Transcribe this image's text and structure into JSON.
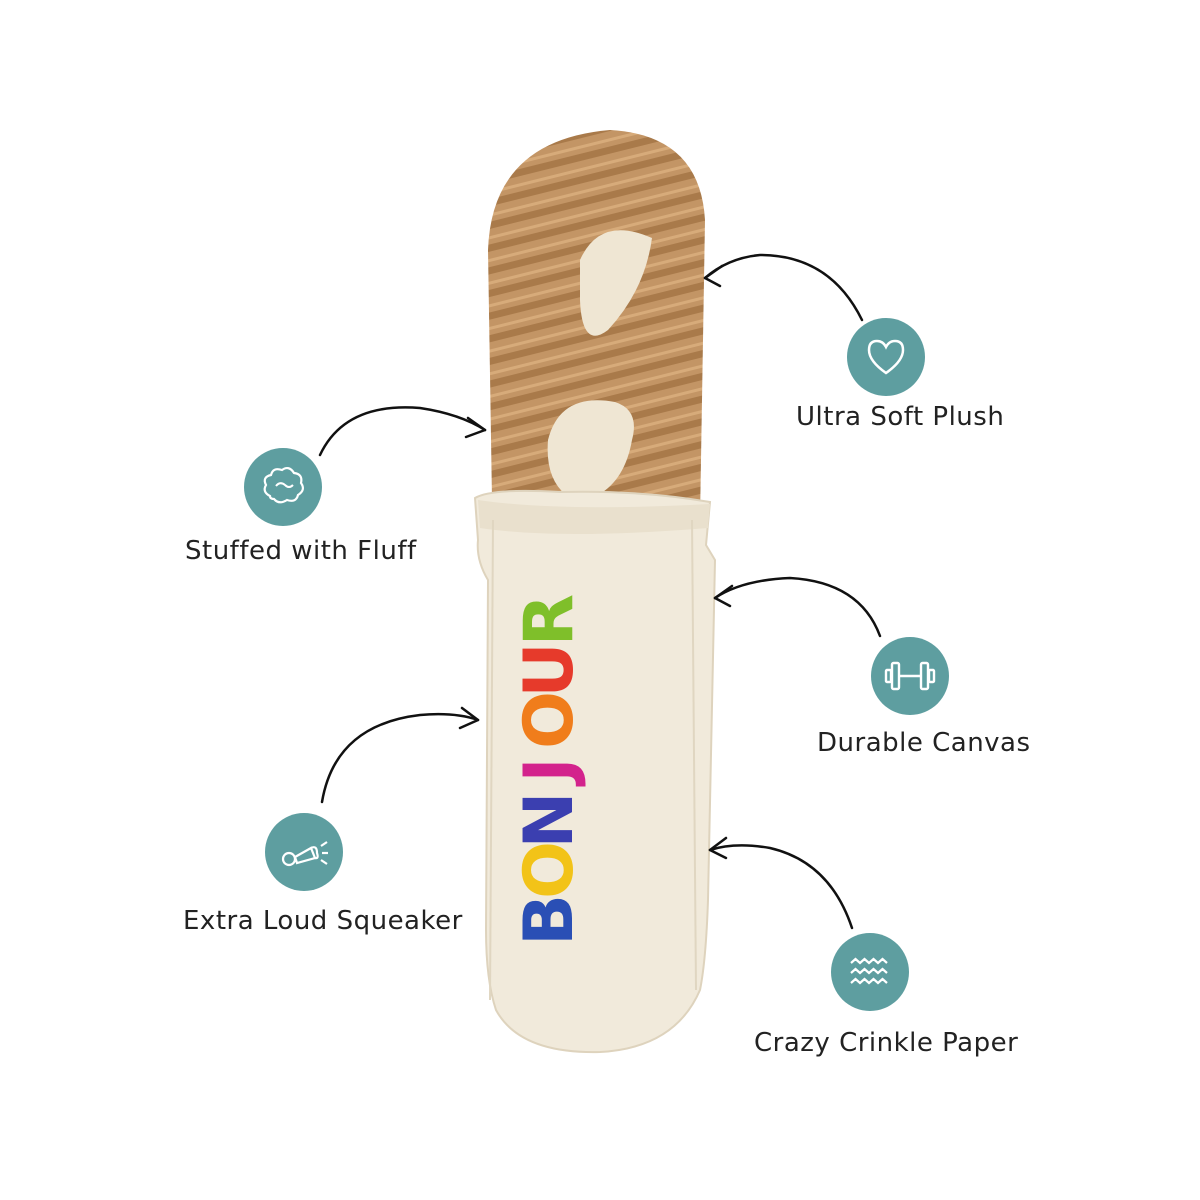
{
  "product": {
    "embroidered_text": "BONJOUR",
    "letter_colors": [
      "#2a4fb5",
      "#f2c318",
      "#3b3fb0",
      "#d3238c",
      "#f07d1b",
      "#e63a2b",
      "#7fbf2a",
      "#3fb8e3"
    ]
  },
  "colors": {
    "accent": "#5e9ea0",
    "bread": "#c2915e",
    "canvas": "#f1eadb"
  },
  "features": [
    {
      "label": "Ultra Soft Plush",
      "icon": "heart-icon"
    },
    {
      "label": "Stuffed with Fluff",
      "icon": "fluff-icon"
    },
    {
      "label": "Durable Canvas",
      "icon": "dumbbell-icon"
    },
    {
      "label": "Extra Loud Squeaker",
      "icon": "horn-icon"
    },
    {
      "label": "Crazy Crinkle Paper",
      "icon": "waves-icon"
    }
  ]
}
